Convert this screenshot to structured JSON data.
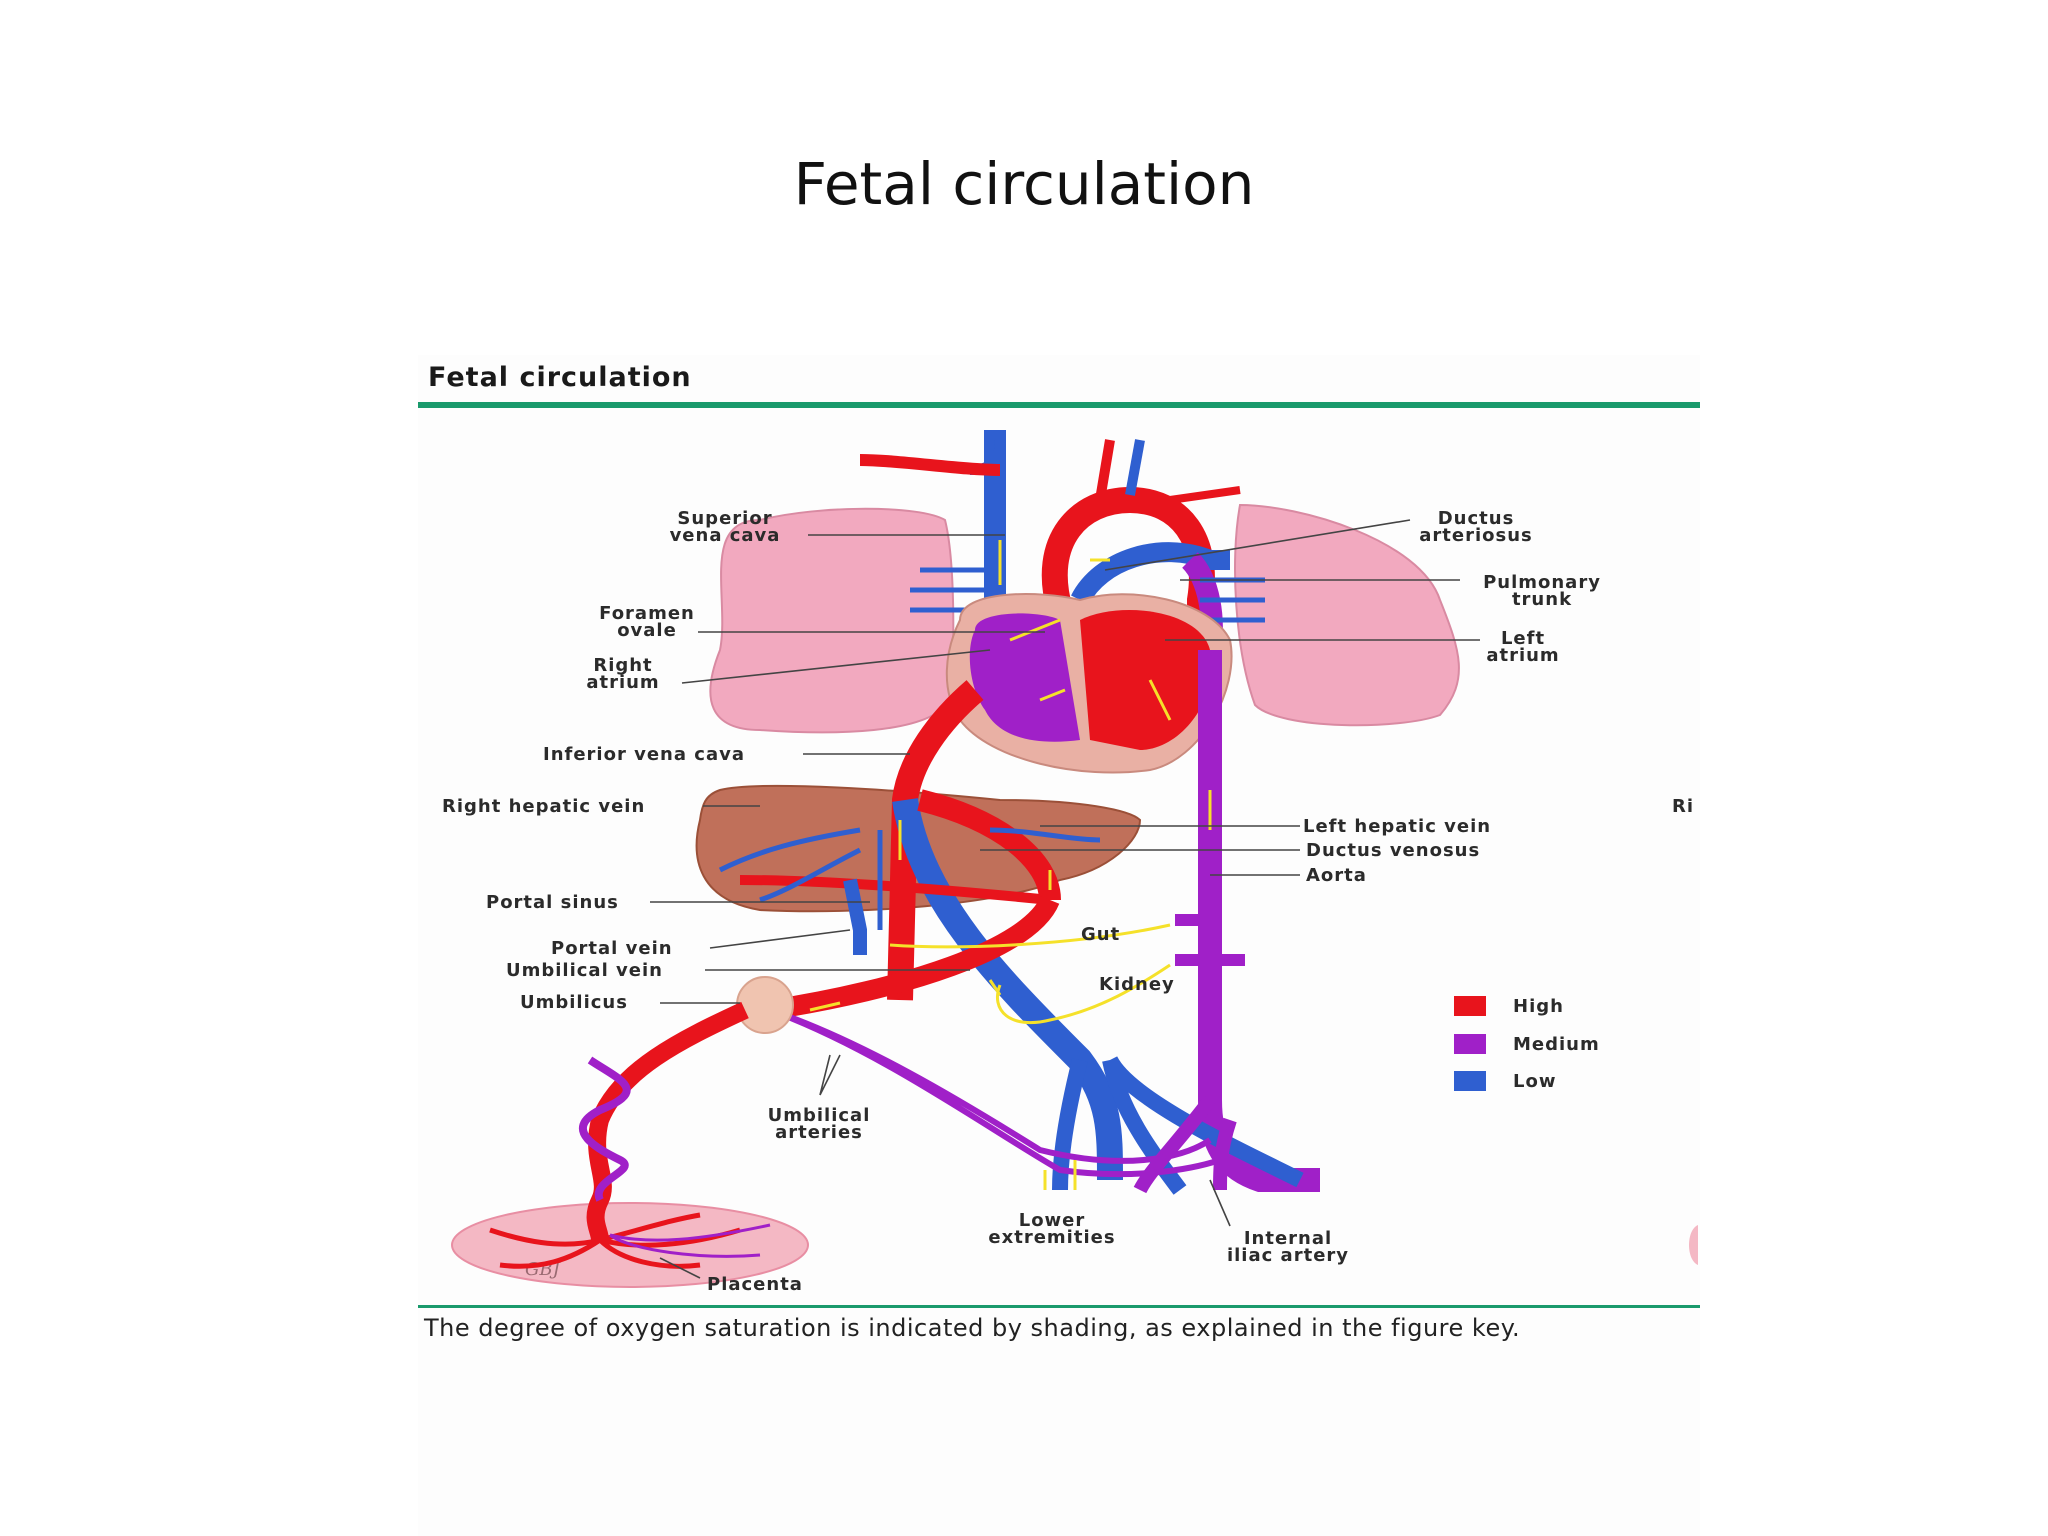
{
  "slide": {
    "title": "Fetal circulation"
  },
  "figure": {
    "header": "Fetal circulation",
    "caption": "The degree of oxygen saturation is indicated by shading, as explained in the figure key.",
    "labels": {
      "svc_1": "Superior",
      "svc_2": "vena cava",
      "da_1": "Ductus",
      "da_2": "arteriosus",
      "pt_1": "Pulmonary",
      "pt_2": "trunk",
      "fo_1": "Foramen",
      "fo_2": "ovale",
      "ra_1": "Right",
      "ra_2": "atrium",
      "la_1": "Left",
      "la_2": "atrium",
      "ivc": "Inferior vena cava",
      "rhv": "Right hepatic vein",
      "lhv": "Left hepatic vein",
      "dv": "Ductus venosus",
      "aorta": "Aorta",
      "ps": "Portal sinus",
      "pv": "Portal vein",
      "gut": "Gut",
      "uv": "Umbilical vein",
      "kidney": "Kidney",
      "umbilicus": "Umbilicus",
      "ua_1": "Umbilical",
      "ua_2": "arteries",
      "le_1": "Lower",
      "le_2": "extremities",
      "iia_1": "Internal",
      "iia_2": "iliac artery",
      "placenta": "Placenta",
      "edge": "Ri",
      "signature": "GBJ"
    },
    "legend": [
      {
        "label": "High",
        "color": "#e8141c"
      },
      {
        "label": "Medium",
        "color": "#a020c8"
      },
      {
        "label": "Low",
        "color": "#2f5fd0"
      }
    ]
  },
  "colors": {
    "oxygen_high": "#e8141c",
    "oxygen_medium": "#a020c8",
    "oxygen_low": "#2f5fd0",
    "rule": "#1a9a6c",
    "lung": "#f2a9bf",
    "liver": "#c0705a",
    "placenta": "#f4b8c4",
    "flow_arrow": "#f5e12a"
  }
}
